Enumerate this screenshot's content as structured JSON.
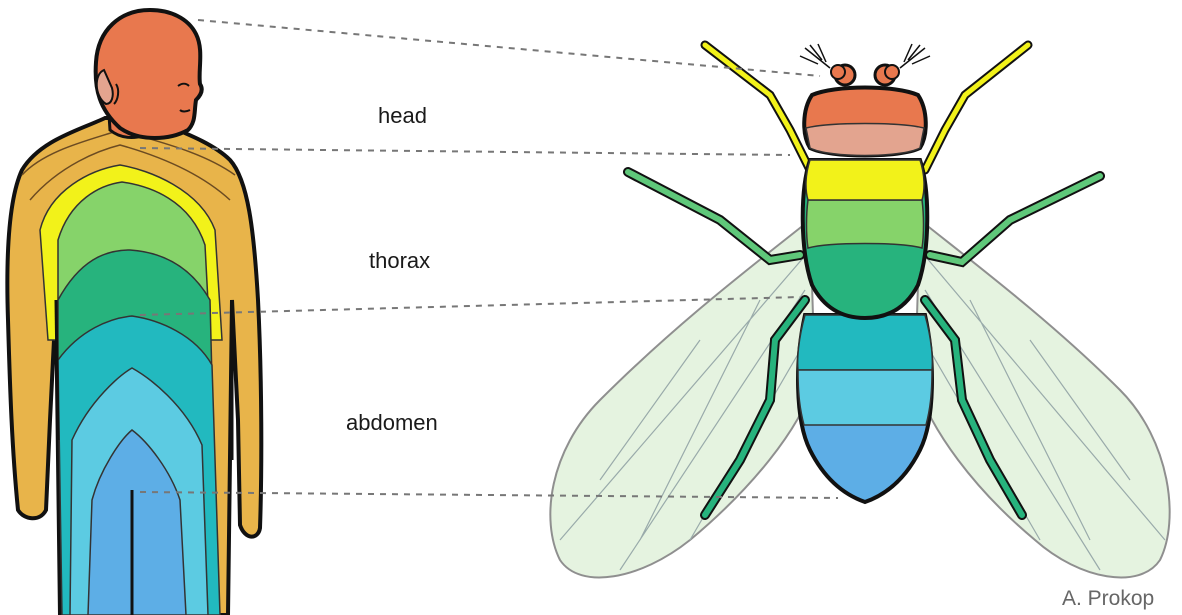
{
  "labels": {
    "head": "head",
    "thorax": "thorax",
    "abdomen": "abdomen"
  },
  "credit": "A. Prokop",
  "colors": {
    "head_orange": "#e8784e",
    "head_pink": "#e3a48f",
    "arms_gold": "#e8b44a",
    "bright_yellow": "#f2f21a",
    "light_green": "#86d36a",
    "mid_green": "#27b37d",
    "teal": "#22b9bf",
    "light_blue": "#5ccbe2",
    "blue": "#5daee6",
    "wing": "#e4f3df",
    "leg_green": "#5fc87a",
    "outline": "#111111",
    "dash": "#777777"
  }
}
